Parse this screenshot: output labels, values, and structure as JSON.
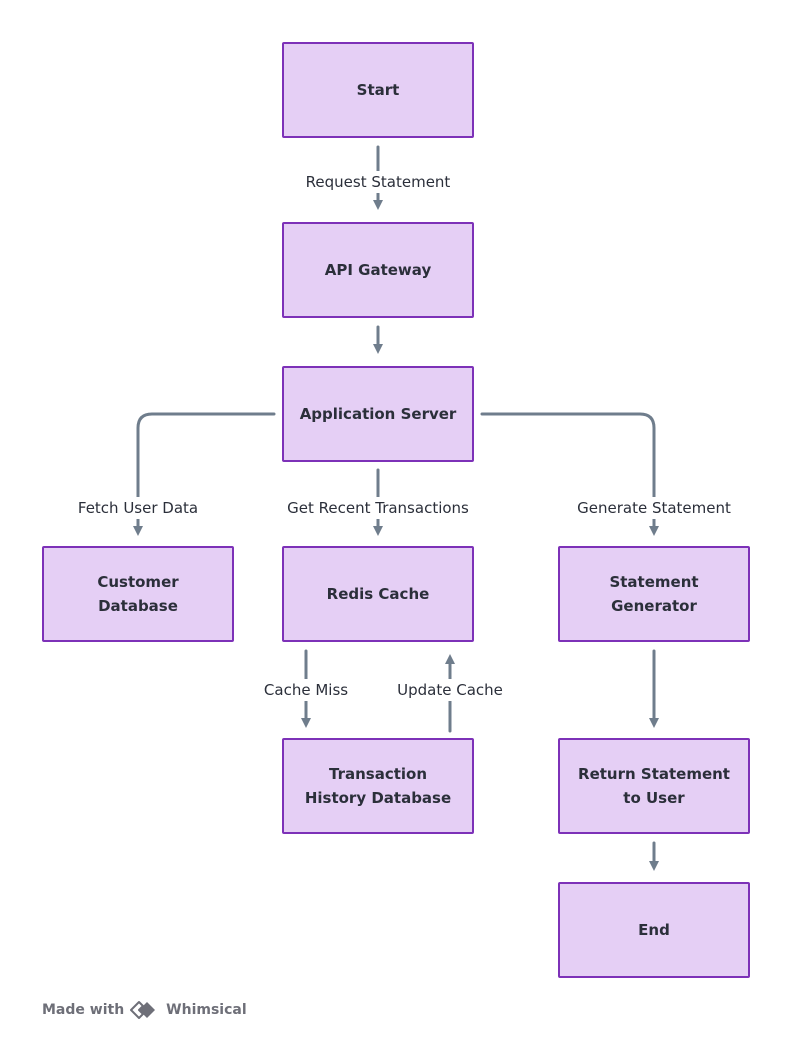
{
  "nodes": {
    "start": "Start",
    "api_gateway": "API Gateway",
    "app_server": "Application Server",
    "customer_db": "Customer Database",
    "redis_cache": "Redis Cache",
    "statement_generator": "Statement Generator",
    "transaction_db": "Transaction History Database",
    "return_statement": "Return Statement to User",
    "end": "End"
  },
  "edges": {
    "request_statement": "Request Statement",
    "fetch_user_data": "Fetch User Data",
    "get_recent_transactions": "Get Recent Transactions",
    "generate_statement": "Generate Statement",
    "cache_miss": "Cache Miss",
    "update_cache": "Update Cache"
  },
  "footer": {
    "made_with": "Made with",
    "brand": "Whimsical"
  },
  "colors": {
    "node_fill": "#e5cff5",
    "node_border": "#7d31b8",
    "connector": "#6f7d8c",
    "text": "#2b2f3a"
  }
}
